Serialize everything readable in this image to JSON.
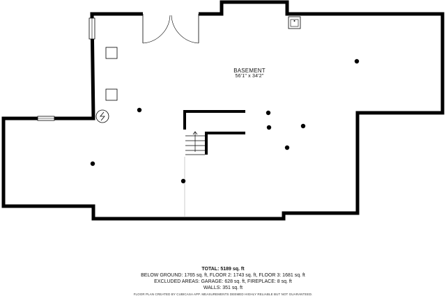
{
  "room": {
    "name": "BASEMENT",
    "dimensions": "56'1\" x 34'2\""
  },
  "summary": {
    "total": "TOTAL: 5189 sq. ft",
    "below_ground": "BELOW GROUND: 1765 sq. ft, FLOOR 2: 1743 sq. ft, FLOOR 3: 1681 sq. ft",
    "excluded": "EXCLUDED AREAS: GARAGE: 628 sq. ft, FIREPLACE: 8 sq. ft",
    "walls": "WALLS: 351 sq. ft"
  },
  "footer": "FLOOR PLAN CREATED BY CUBICASA APP. MEASUREMENTS DEEMED HIGHLY RELIABLE BUT NOT GUARANTEED.",
  "colors": {
    "wall": "#000000",
    "background": "#ffffff"
  },
  "icons": [
    "water-heater-icon",
    "sink-icon",
    "staircase-icon",
    "door-swing-icon",
    "window-icon",
    "light-fixture-icon"
  ]
}
